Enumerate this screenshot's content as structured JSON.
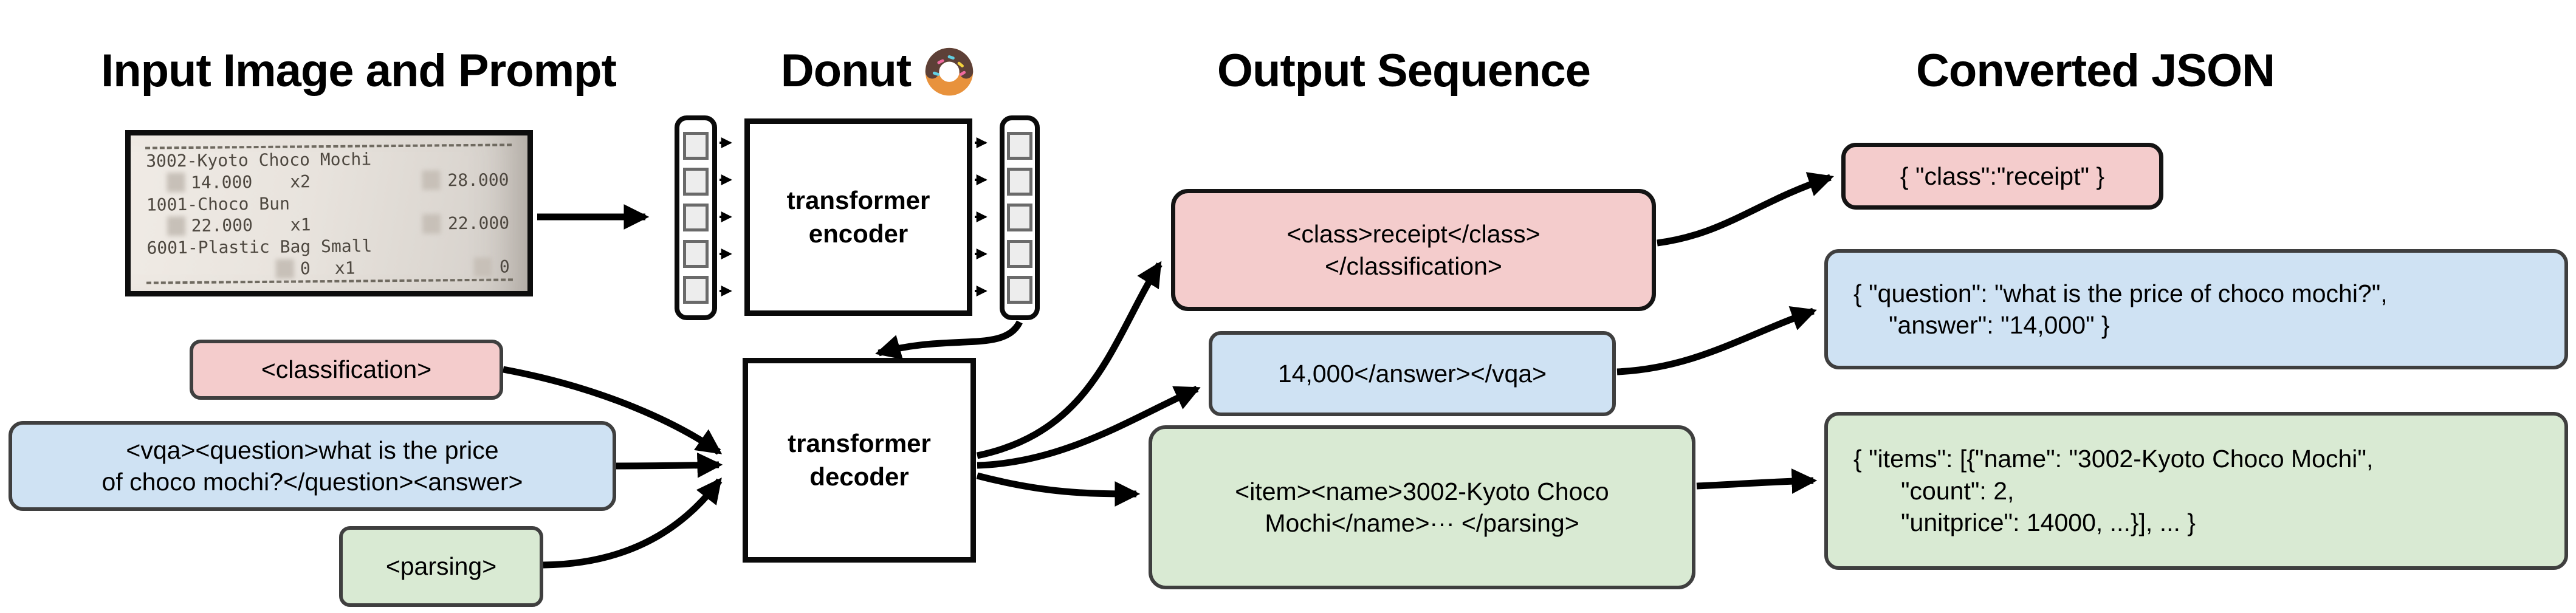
{
  "titles": {
    "input": "Input Image and Prompt",
    "model": "Donut",
    "output": "Output Sequence",
    "converted": "Converted JSON"
  },
  "receipt": {
    "line1_name": "3002-Kyoto Choco Mochi",
    "line1_price": "14.000",
    "line1_qty": "x2",
    "line1_total": "28.000",
    "line2_name": "1001-Choco Bun",
    "line2_price": "22.000",
    "line2_qty": "x1",
    "line2_total": "22.000",
    "line3_name": "6001-Plastic Bag Small",
    "line3_price": "0",
    "line3_qty": "x1",
    "line3_total": "0"
  },
  "model": {
    "encoder_line1": "transformer",
    "encoder_line2": "encoder",
    "decoder_line1": "transformer",
    "decoder_line2": "decoder"
  },
  "prompts": {
    "classification": "<classification>",
    "vqa_line1": "<vqa><question>what is the price",
    "vqa_line2": "of choco mochi?</question><answer>",
    "parsing": "<parsing>"
  },
  "outputs": {
    "classification_line1": "<class>receipt</class>",
    "classification_line2": "</classification>",
    "vqa": "14,000</answer></vqa>",
    "parsing_line1": "<item><name>3002-Kyoto Choco",
    "parsing_line2": "Mochi</name>··· </parsing>"
  },
  "converted": {
    "classification": "{ \"class\":\"receipt\" }",
    "vqa_line1": "{ \"question\": \"what is the price of choco mochi?\",",
    "vqa_line2": "\"answer\": \"14,000\" }",
    "parsing_line1": "{ \"items\": [{\"name\": \"3002-Kyoto Choco Mochi\",",
    "parsing_line2": "\"count\": 2,",
    "parsing_line3": "\"unitprice\": 14000, ...}], ... }"
  },
  "colors": {
    "classification_fill": "#f4cccc",
    "vqa_fill": "#cfe2f3",
    "parsing_fill": "#d9ead3",
    "box_border": "#3f3f3f",
    "arrow": "#000000"
  }
}
